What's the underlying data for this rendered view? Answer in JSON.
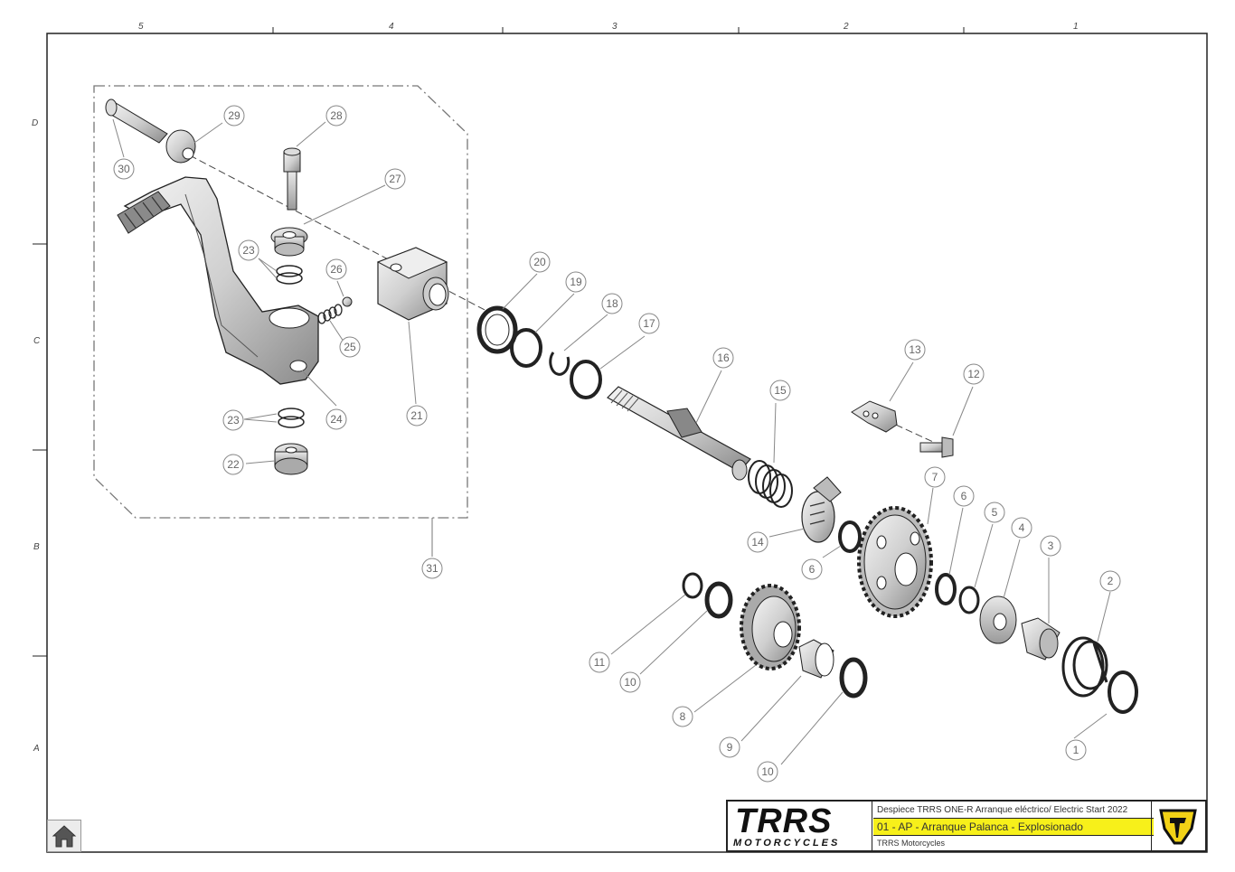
{
  "grid": {
    "columns": [
      "5",
      "4",
      "3",
      "2",
      "1"
    ],
    "rows": [
      "D",
      "C",
      "B",
      "A"
    ]
  },
  "callouts": [
    "1",
    "2",
    "3",
    "4",
    "5",
    "6",
    "6",
    "7",
    "8",
    "9",
    "10",
    "10",
    "11",
    "12",
    "13",
    "14",
    "15",
    "16",
    "17",
    "18",
    "19",
    "20",
    "21",
    "22",
    "23",
    "23",
    "24",
    "25",
    "26",
    "27",
    "28",
    "29",
    "30",
    "31"
  ],
  "title_block": {
    "logo_main": "TRRS",
    "logo_sub": "MOTORCYCLES",
    "line1": "Despiece TRRS ONE-R Arranque eléctrico/ Electric Start 2022",
    "line2": "01 - AP - Arranque Palanca - Explosionado",
    "line3": "TRRS Motorcycles"
  },
  "colors": {
    "highlight": "#f7f01a",
    "emblem": "#f2d216",
    "line": "#222222",
    "callout": "#888888"
  },
  "icons": {
    "home": "home-icon"
  }
}
